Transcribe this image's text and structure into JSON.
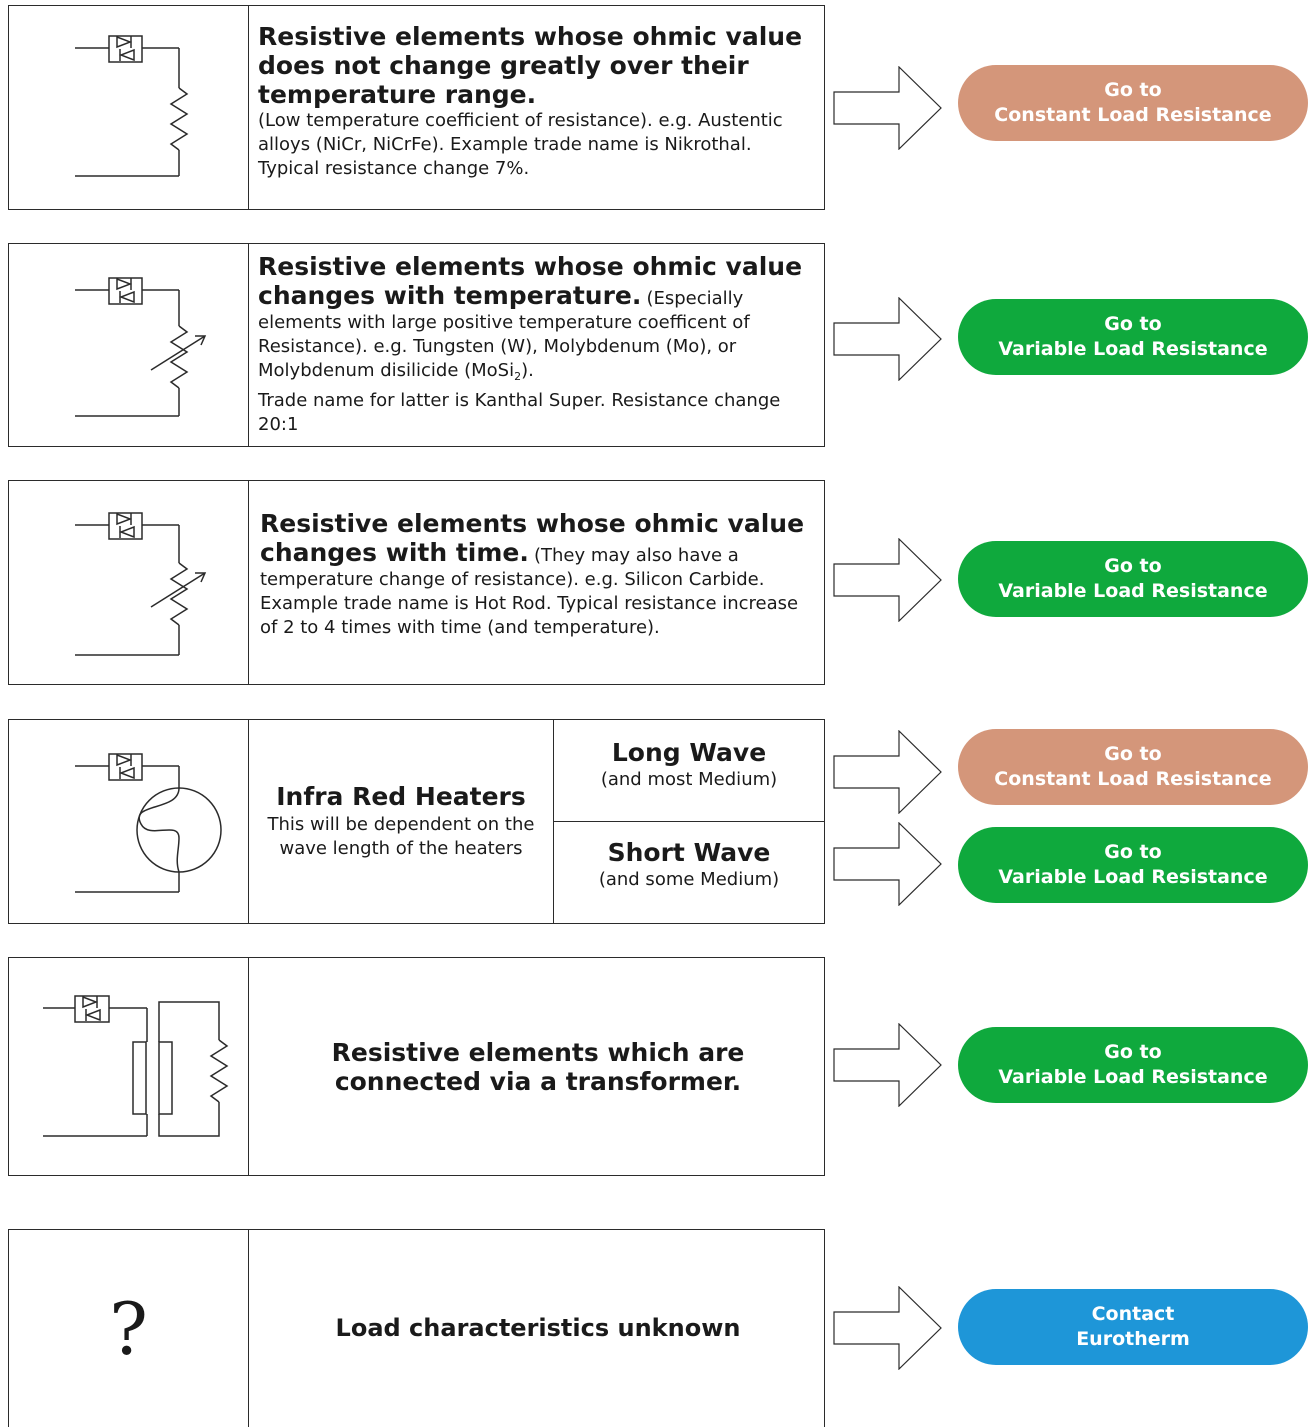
{
  "colors": {
    "constant": "#d4967a",
    "variable": "#0fa93d",
    "contact": "#1e96d8",
    "line": "#2b2b2b"
  },
  "rows": [
    {
      "icon": "thyristor-resistor-icon",
      "heading": "Resistive elements whose ohmic value does not change greatly over their temperature range.",
      "body": "(Low temperature coefficient of resistance). e.g. Austentic alloys (NiCr, NiCrFe). Example trade name is Nikrothal. Typical resistance change 7%.",
      "button": {
        "line1": "Go to",
        "line2": "Constant Load Resistance",
        "kind": "constant"
      }
    },
    {
      "icon": "thyristor-variable-resistor-icon",
      "heading": "Resistive elements whose ohmic value changes with temperature.",
      "body": "(Especially elements with large positive temperature coefficent of Resistance). e.g. Tungsten (W), Molybdenum (Mo), or Molybdenum disilicide (MoSi",
      "body_sub": "2",
      "body_end": ").",
      "body2": "Trade name for latter is Kanthal Super. Resistance change 20:1",
      "button": {
        "line1": "Go to",
        "line2": "Variable Load Resistance",
        "kind": "variable"
      }
    },
    {
      "icon": "thyristor-variable-resistor-icon",
      "heading": "Resistive elements whose ohmic value changes with time.",
      "body": "(They may also have a temperature change of resistance). e.g. Silicon Carbide. Example trade name is Hot Rod. Typical resistance increase of 2 to 4 times with time (and temperature).",
      "button": {
        "line1": "Go to",
        "line2": "Variable Load Resistance",
        "kind": "variable"
      }
    },
    {
      "icon": "thyristor-lamp-icon",
      "heading": "Infra Red Heaters",
      "body": "This will be dependent on the wave length of the heaters",
      "long_wave": {
        "title": "Long Wave",
        "note": "(and most Medium)"
      },
      "short_wave": {
        "title": "Short Wave",
        "note": "(and some Medium)"
      },
      "button_long": {
        "line1": "Go to",
        "line2": "Constant Load Resistance",
        "kind": "constant"
      },
      "button_short": {
        "line1": "Go to",
        "line2": "Variable Load Resistance",
        "kind": "variable"
      }
    },
    {
      "icon": "thyristor-transformer-icon",
      "heading": "Resistive elements which are connected via a transformer.",
      "button": {
        "line1": "Go to",
        "line2": "Variable Load Resistance",
        "kind": "variable"
      }
    },
    {
      "icon": "question-mark-icon",
      "symbol": "?",
      "heading": "Load characteristics unknown",
      "button": {
        "line1": "Contact",
        "line2": "Eurotherm",
        "kind": "contact"
      }
    }
  ]
}
